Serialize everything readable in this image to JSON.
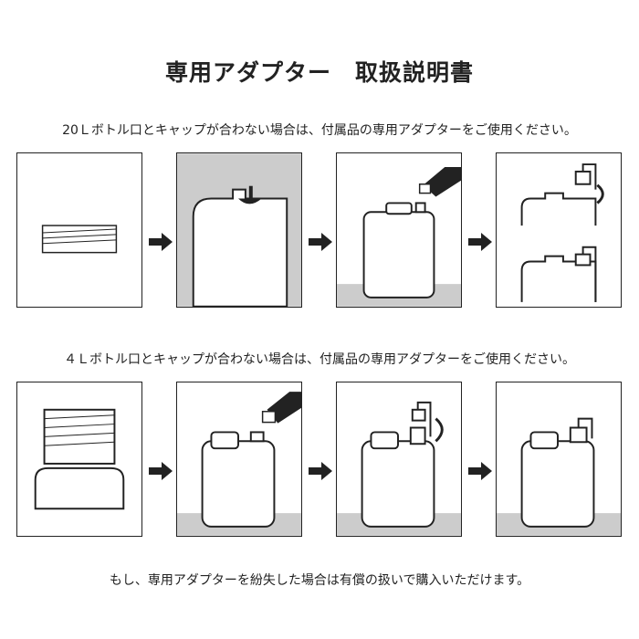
{
  "title": "専用アダプター　取扱説明書",
  "section_20l": {
    "instruction": "20Ｌボトル口とキャップが合わない場合は、付属品の専用アダプターをご使用ください。"
  },
  "section_4l": {
    "instruction": "４Ｌボトル口とキャップが合わない場合は、付属品の専用アダプターをご使用ください。"
  },
  "footer_note": "もし、専用アダプターを紛失した場合は有償の扱いで購入いただけます。",
  "colors": {
    "line": "#222222",
    "shade": "#cccccc"
  }
}
